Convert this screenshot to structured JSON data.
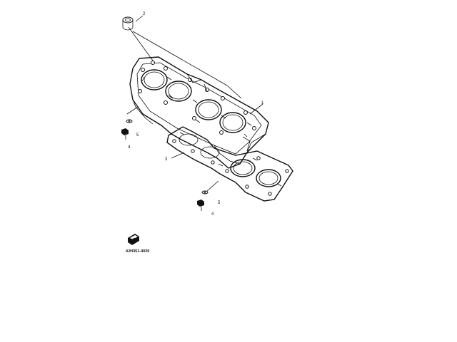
{
  "callouts": {
    "c1": "1",
    "c2": "2",
    "c3": "3",
    "c4a": "4",
    "c5a": "5",
    "c4b": "4",
    "c5b": "5"
  },
  "part_code": "4JH351-4020",
  "icons": {
    "book": "manual-book-icon"
  }
}
